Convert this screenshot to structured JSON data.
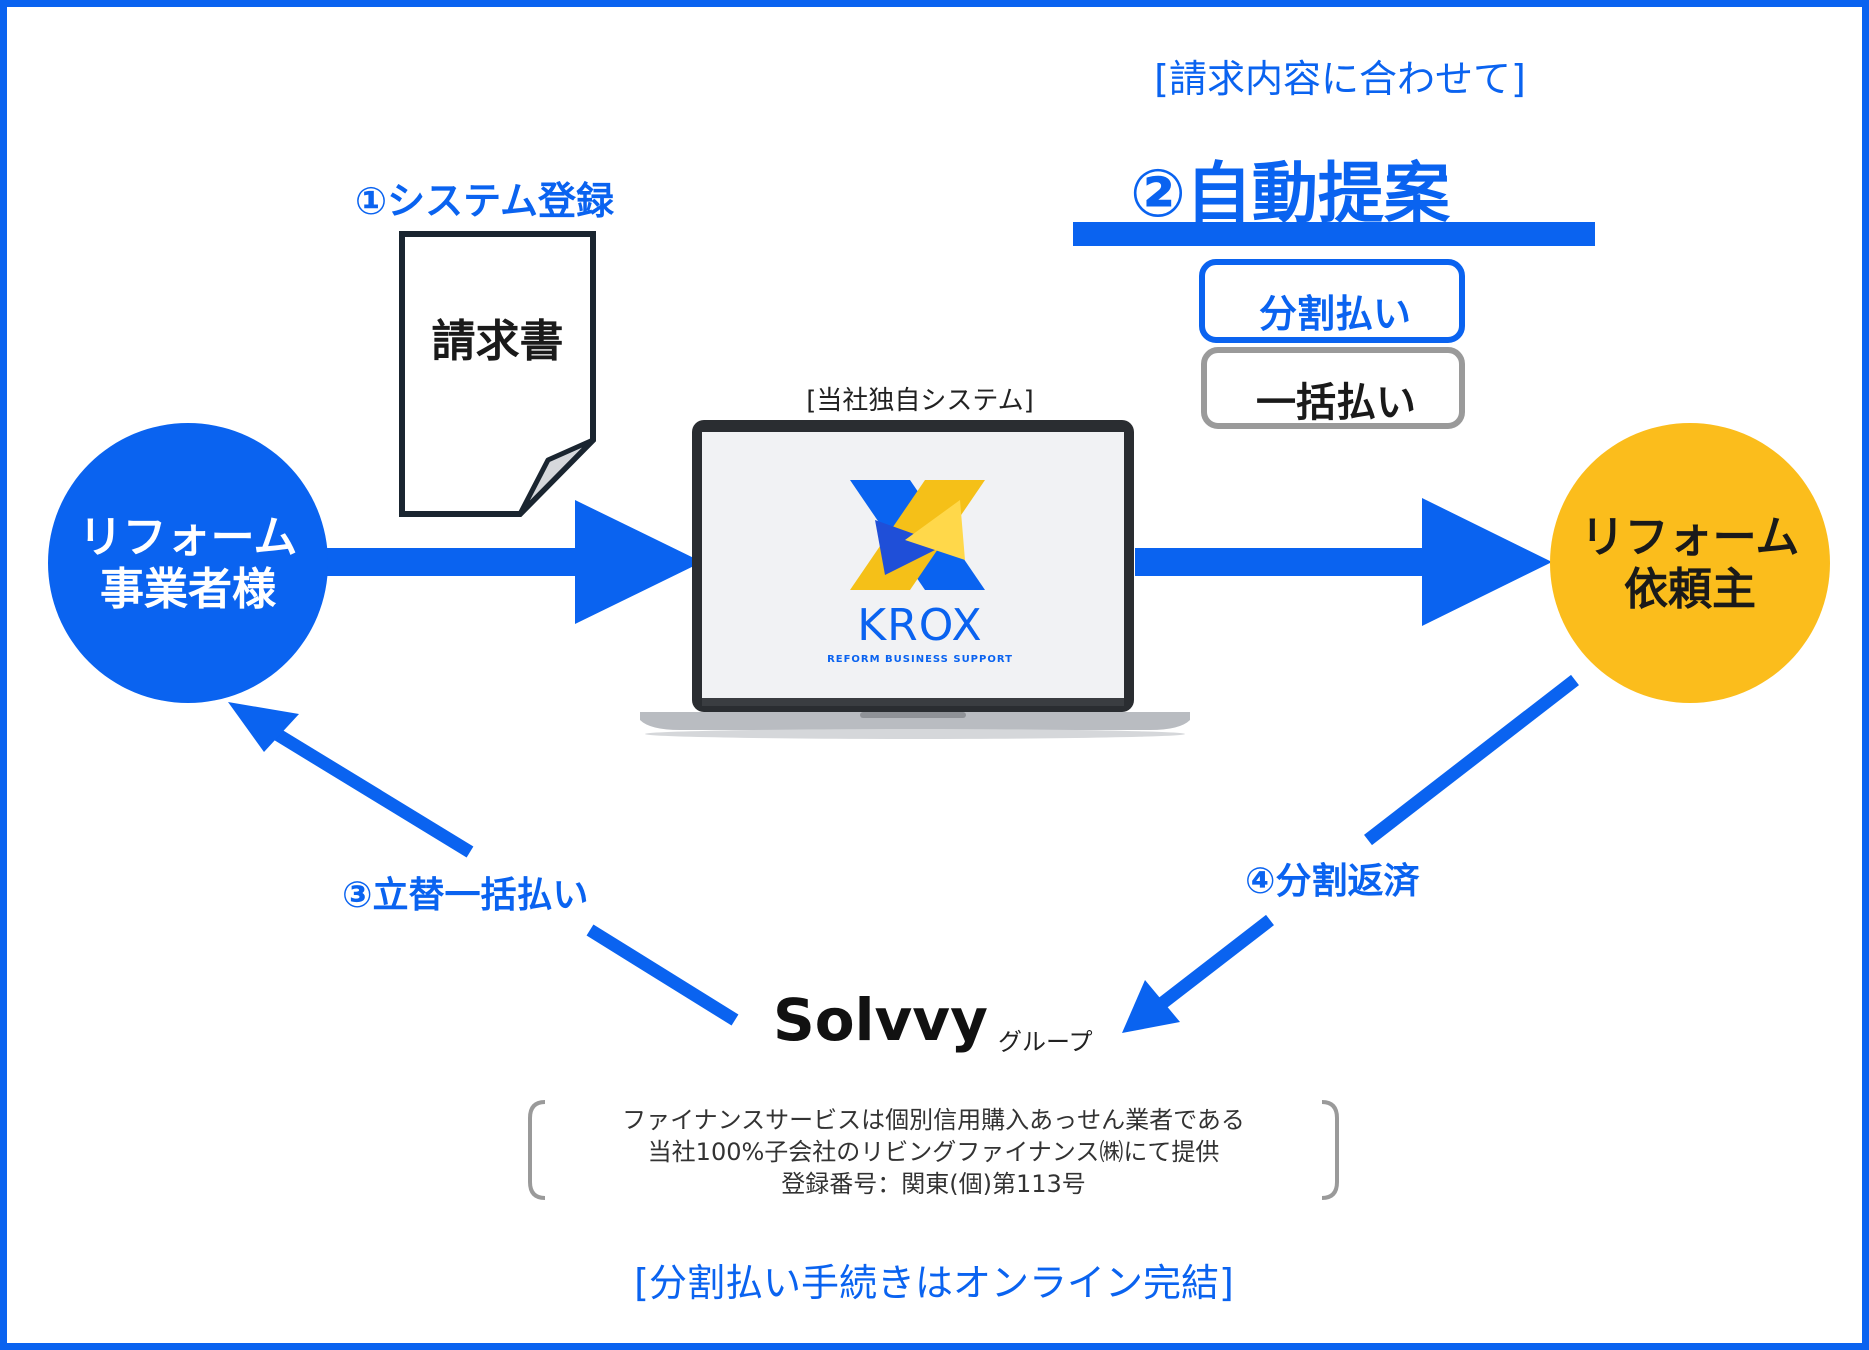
{
  "colors": {
    "accent": "#0a63f0",
    "yellow": "#fbbd1c",
    "dark": "#1a2530",
    "gray": "#9a9a9a"
  },
  "top_note": "[請求内容に合わせて]",
  "step1_label": "①システム登録",
  "invoice_label": "請求書",
  "system_label": "[当社独自システム]",
  "step2_label": "②自動提案",
  "options": [
    {
      "label": "分割払い",
      "highlighted": true
    },
    {
      "label": "一括払い",
      "highlighted": false
    }
  ],
  "left_node": {
    "line1": "リフォーム",
    "line2": "事業者様"
  },
  "right_node": {
    "line1": "リフォーム",
    "line2": "依頼主"
  },
  "krox": {
    "brand": "KROX",
    "tagline": "REFORM BUSINESS SUPPORT"
  },
  "step3_label": "③立替一括払い",
  "step4_label": "④分割返済",
  "solvvy": {
    "brand": "Solvvy",
    "group": "グループ"
  },
  "info_lines": [
    "ファイナンスサービスは個別信用購入あっせん業者である",
    "当社100%子会社のリビングファイナンス㈱にて提供",
    "登録番号：関東(個)第113号"
  ],
  "bottom_note": "[分割払い手続きはオンライン完結]"
}
